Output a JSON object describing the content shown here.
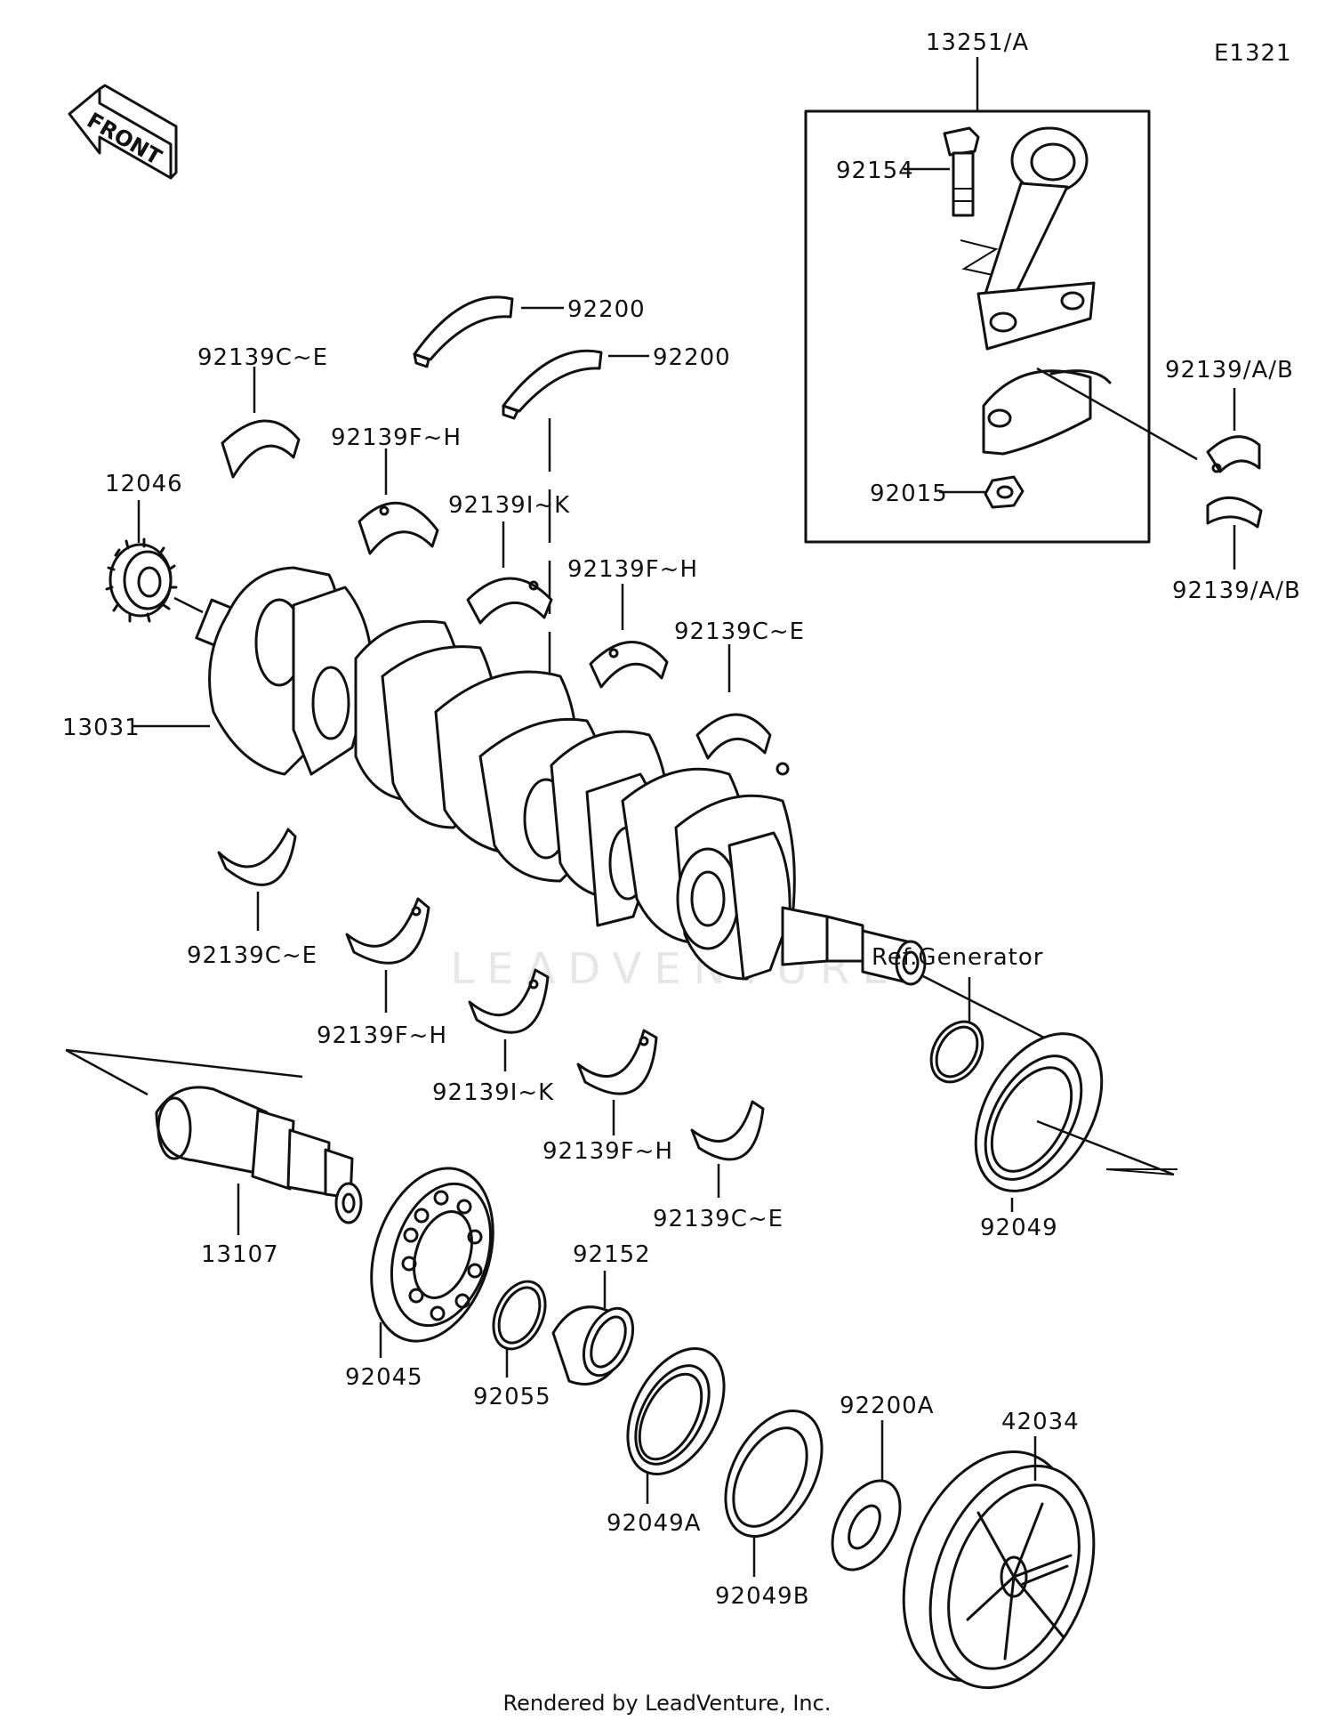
{
  "diagram": {
    "code": "E1321",
    "direction_label": "FRONT",
    "reference_label": "Ref.Generator",
    "footer": "Rendered by LeadVenture, Inc.",
    "watermark": "LEADVENTURE",
    "labels": {
      "p13251": "13251/A",
      "p92154": "92154",
      "p92015": "92015",
      "p92139ab_top": "92139/A/B",
      "p92139ab_bot": "92139/A/B",
      "p92200_a": "92200",
      "p92200_b": "92200",
      "p92139ce_1": "92139C~E",
      "p92139fh_1": "92139F~H",
      "p92139ik_1": "92139I~K",
      "p92139fh_2": "92139F~H",
      "p92139ce_2": "92139C~E",
      "p12046": "12046",
      "p13031": "13031",
      "p92139ce_3": "92139C~E",
      "p92139fh_3": "92139F~H",
      "p92139ik_2": "92139I~K",
      "p92139fh_4": "92139F~H",
      "p92139ce_4": "92139C~E",
      "p92049": "92049",
      "p13107": "13107",
      "p92045": "92045",
      "p92055": "92055",
      "p92152": "92152",
      "p92049a": "92049A",
      "p92049b": "92049B",
      "p92200a": "92200A",
      "p42034": "42034"
    }
  }
}
